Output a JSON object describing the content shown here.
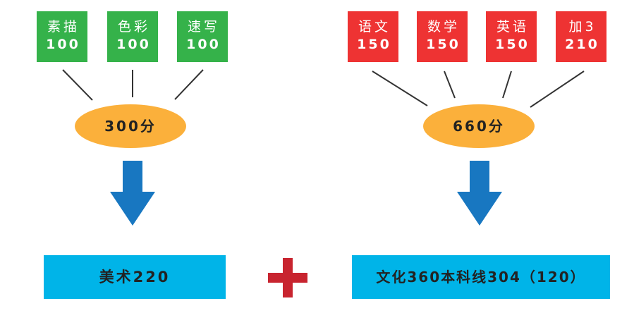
{
  "colors": {
    "green": "#35b24a",
    "red": "#ee3333",
    "orange": "#fbb03b",
    "blue_arrow": "#1877c1",
    "cyan_bar": "#00b4e8",
    "plus": "#c8242f"
  },
  "left": {
    "subjects": [
      {
        "name": "素描",
        "score": "100"
      },
      {
        "name": "色彩",
        "score": "100"
      },
      {
        "name": "速写",
        "score": "100"
      }
    ],
    "total": "300分",
    "result": "美术220"
  },
  "right": {
    "subjects": [
      {
        "name": "语文",
        "score": "150"
      },
      {
        "name": "数学",
        "score": "150"
      },
      {
        "name": "英语",
        "score": "150"
      },
      {
        "name": "加3",
        "score": "210"
      }
    ],
    "total": "660分",
    "result": "文化360本科线304（120）"
  },
  "icons": [
    "down-arrow-icon",
    "down-arrow-icon",
    "plus-icon"
  ]
}
